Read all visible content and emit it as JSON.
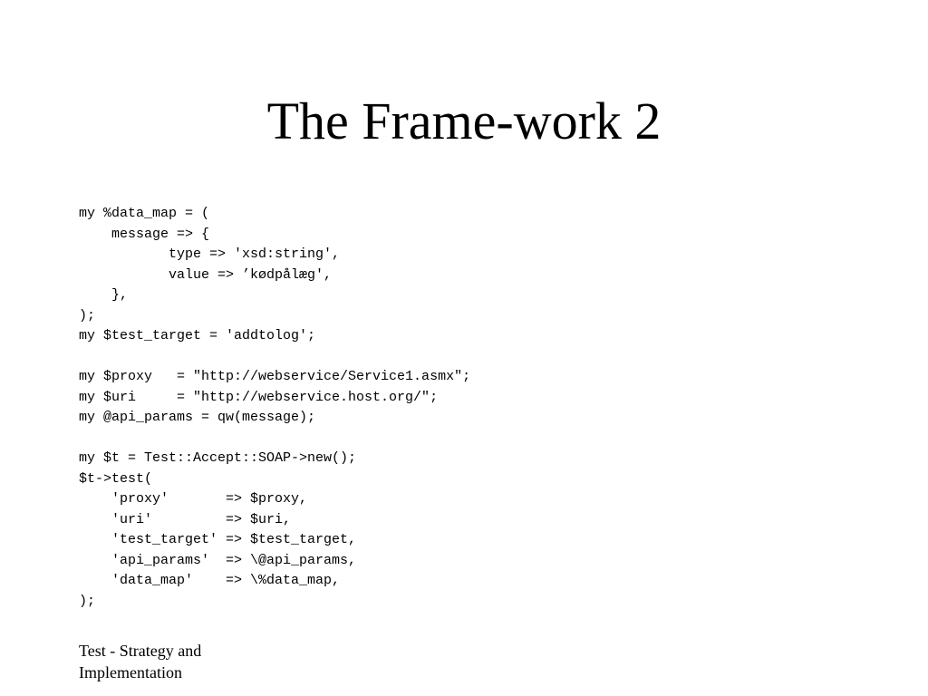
{
  "slide": {
    "title": "The Frame-work 2",
    "code_lines": [
      "my %data_map = (",
      "    message => {",
      "           type => 'xsd:string',",
      "           value => ’kødpålæg',",
      "    },",
      ");",
      "my $test_target = 'addtolog';",
      "",
      "my $proxy   = \"http://webservice/Service1.asmx\";",
      "my $uri     = \"http://webservice.host.org/\";",
      "my @api_params = qw(message);",
      "",
      "my $t = Test::Accept::SOAP->new();",
      "$t->test(",
      "    'proxy'       => $proxy,",
      "    'uri'         => $uri,",
      "    'test_target' => $test_target,",
      "    'api_params'  => \\@api_params,",
      "    'data_map'    => \\%data_map,",
      ");"
    ],
    "footer": {
      "line1": "Test - Strategy and",
      "line2": "Implementation"
    }
  }
}
